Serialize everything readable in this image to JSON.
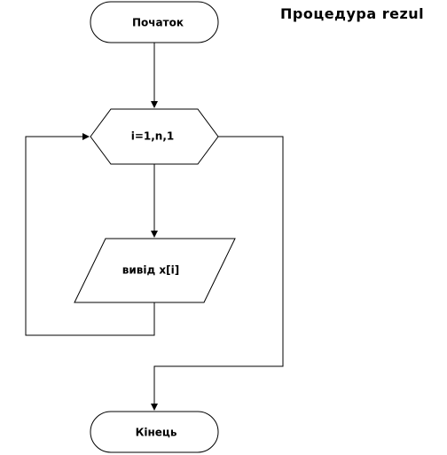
{
  "title": "Процедура rezul",
  "nodes": {
    "start": "Початок",
    "loop": "i=1,n,1",
    "output": "вивід x[i]",
    "end": "Кінець"
  }
}
